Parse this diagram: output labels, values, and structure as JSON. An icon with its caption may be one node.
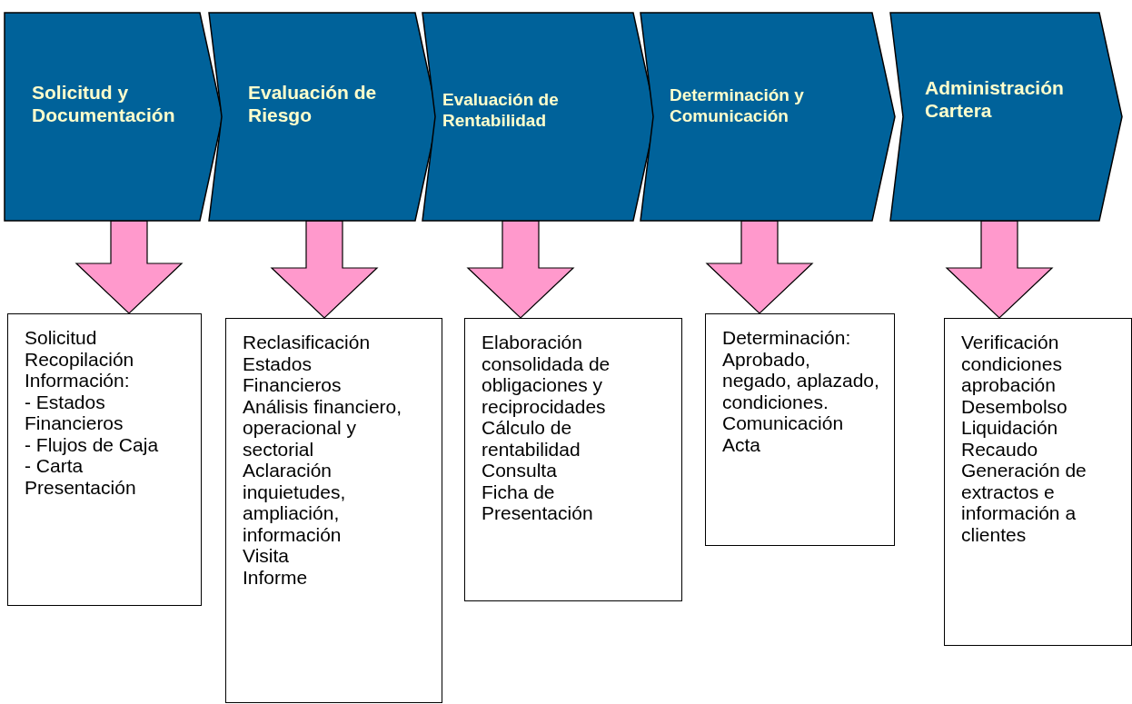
{
  "diagram": {
    "nodes": [
      {
        "text": [
          "Solicitud y Documentación"
        ]
      },
      {
        "text": [
          "Evaluación de Riesgo"
        ]
      },
      {
        "text": [
          "Evaluación de Rentabilidad"
        ]
      },
      {
        "text": [
          "Determinación y Comunicación"
        ]
      },
      {
        "text": [
          "Administración Cartera"
        ]
      },
      {
        "text": [
          "Solicitud",
          "Recopilación Información:",
          "- Estados Financieros",
          "- Flujos de Caja",
          "- Carta Presentación"
        ]
      },
      {
        "text": [
          "Reclasificación Estados Financieros",
          "Análisis financiero, operacional y sectorial",
          "Aclaración inquietudes, ampliación, información",
          "Visita",
          "Informe"
        ]
      },
      {
        "text": [
          "Elaboración consolidada de obligaciones y reciprocidades",
          "Cálculo de rentabilidad",
          "Consulta",
          "Ficha de Presentación"
        ]
      },
      {
        "text": [
          "Determinación: Aprobado, negado, aplazado, condiciones.",
          "Comunicación",
          "Acta"
        ]
      },
      {
        "text": [
          "Verificación condiciones aprobación",
          "Desembolso",
          "Liquidación",
          "Recaudo",
          "Generación de extractos e información a clientes"
        ]
      }
    ],
    "edges": [
      {
        "from": 0,
        "to": 5,
        "arrow": "to"
      },
      {
        "from": 1,
        "to": 6,
        "arrow": "to"
      },
      {
        "from": 2,
        "to": 7,
        "arrow": "to"
      },
      {
        "from": 3,
        "to": 8,
        "arrow": "to"
      },
      {
        "from": 4,
        "to": 9,
        "arrow": "to"
      }
    ]
  }
}
